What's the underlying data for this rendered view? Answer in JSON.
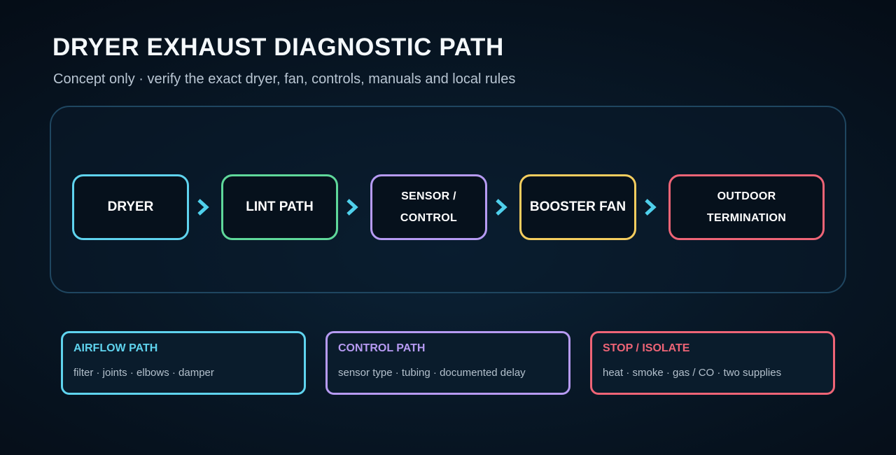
{
  "title": "DRYER EXHAUST DIAGNOSTIC PATH",
  "subtitle": "Concept only · verify the exact dryer, fan, controls, manuals and local rules",
  "flow": {
    "nodes": [
      {
        "lines": [
          "DRYER"
        ],
        "color": "#5fd3ee"
      },
      {
        "lines": [
          "LINT PATH"
        ],
        "color": "#5fd89a"
      },
      {
        "lines": [
          "SENSOR /",
          "CONTROL"
        ],
        "color": "#b69af2"
      },
      {
        "lines": [
          "BOOSTER FAN"
        ],
        "color": "#f5cd5e"
      },
      {
        "lines": [
          "OUTDOOR",
          "TERMINATION"
        ],
        "color": "#ee6476"
      }
    ],
    "connector_color": "#4fd0ec",
    "connector_icon": "chevron-right-icon"
  },
  "cards": [
    {
      "title": "AIRFLOW PATH",
      "detail": "filter · joints · elbows · damper",
      "color": "#5fd3ee"
    },
    {
      "title": "CONTROL PATH",
      "detail": "sensor type · tubing · documented delay",
      "color": "#b69af2"
    },
    {
      "title": "STOP / ISOLATE",
      "detail": "heat · smoke · gas / CO · two supplies",
      "color": "#ee6476"
    }
  ]
}
